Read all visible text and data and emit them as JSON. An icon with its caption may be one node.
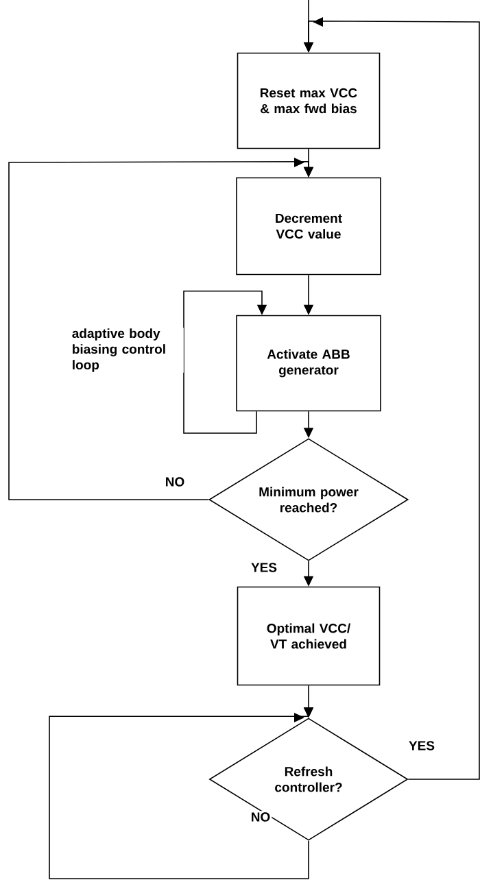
{
  "diagram": {
    "nodes": [
      {
        "text": [
          "Reset max VCC & max fwd bias"
        ]
      },
      {
        "text": [
          "Decrement VCC value"
        ]
      },
      {
        "text": [
          "Activate ABB generator"
        ]
      },
      {
        "text": [
          "Minimum power reached?"
        ]
      },
      {
        "text": [
          "Optimal VCC/ VT achieved"
        ]
      },
      {
        "text": [
          "Refresh controller?"
        ]
      }
    ],
    "edges": [
      {
        "from": null,
        "to": 0,
        "arrow": "to"
      },
      {
        "from": 5,
        "to": 0,
        "arrow": "to",
        "label": "YES"
      },
      {
        "from": 0,
        "to": 1,
        "arrow": "to"
      },
      {
        "from": 3,
        "to": 1,
        "arrow": "to",
        "label": "NO"
      },
      {
        "from": 1,
        "to": 2,
        "arrow": "to"
      },
      {
        "from": 2,
        "to": 2,
        "arrow": "to",
        "label": "adaptive body biasing control loop"
      },
      {
        "from": 2,
        "to": 3,
        "arrow": "to"
      },
      {
        "from": 3,
        "to": 4,
        "arrow": "to",
        "label": "YES"
      },
      {
        "from": 4,
        "to": 5,
        "arrow": "to"
      },
      {
        "from": 5,
        "to": 5,
        "arrow": "to",
        "label": "NO"
      }
    ]
  }
}
